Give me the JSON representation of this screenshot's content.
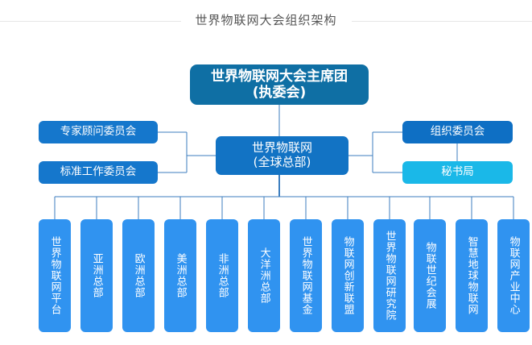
{
  "header": {
    "title": "世界物联网大会组织架构"
  },
  "colors": {
    "chairman": "#0f6fa4",
    "headquarters": "#1273c4",
    "committee": "#1577cc",
    "organizing": "#0e6fc4",
    "secretariat": "#1ab8e8",
    "branch": "#3093f0",
    "connector": "#3c7ebf",
    "title_text": "#555555",
    "divider": "#e6e6e6"
  },
  "chart_data": {
    "type": "org-chart",
    "title": "世界物联网大会组织架构",
    "root": {
      "id": "chairman",
      "label": "世界物联网大会主席团\n(执委会)"
    },
    "center": {
      "id": "headquarters",
      "label": "世界物联网\n(全球总部)"
    },
    "left_branch": [
      {
        "id": "expert-advisory-committee",
        "label": "专家顾问委员会"
      },
      {
        "id": "standards-working-committee",
        "label": "标准工作委员会"
      }
    ],
    "right_branch": [
      {
        "id": "organizing-committee",
        "label": "组织委员会"
      },
      {
        "id": "secretariat",
        "label": "秘书局"
      }
    ],
    "subordinates": [
      {
        "id": "iot-platform",
        "label": "世界物联网平台"
      },
      {
        "id": "asia-hq",
        "label": "亚洲总部"
      },
      {
        "id": "europe-hq",
        "label": "欧洲总部"
      },
      {
        "id": "america-hq",
        "label": "美洲总部"
      },
      {
        "id": "africa-hq",
        "label": "非洲总部"
      },
      {
        "id": "oceania-hq",
        "label": "大洋洲总部"
      },
      {
        "id": "iot-fund",
        "label": "世界物联网基金"
      },
      {
        "id": "iot-innovation-alliance",
        "label": "物联网创新联盟"
      },
      {
        "id": "iot-research-institute",
        "label": "世界物联网研究院"
      },
      {
        "id": "iot-century-expo",
        "label": "物联世纪会展"
      },
      {
        "id": "smart-earth-iot",
        "label": "智慧地球物联网"
      },
      {
        "id": "iot-industry-center",
        "label": "物联网产业中心"
      }
    ]
  }
}
